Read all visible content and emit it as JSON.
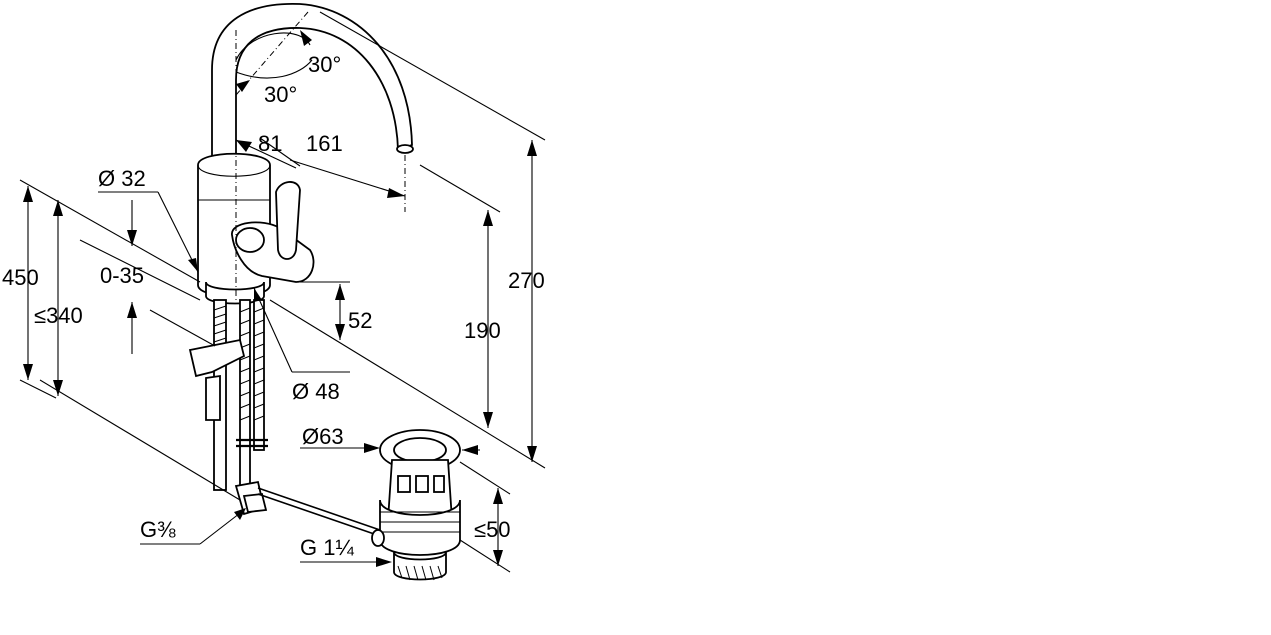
{
  "dimensions": {
    "spout_rotation_upper": "30°",
    "spout_rotation_lower": "30°",
    "offset_81": "81",
    "reach_161": "161",
    "body_diameter": "Ø 32",
    "total_height": "450",
    "max_deck_height": "≤340",
    "deck_thickness": "0-35",
    "lever_height": "52",
    "base_diameter": "Ø 48",
    "outlet_height": "190",
    "overall_height": "270",
    "waste_diameter": "Ø63",
    "waste_depth": "≤50",
    "hose_thread": "G⅜",
    "waste_thread": "G 1¼"
  }
}
